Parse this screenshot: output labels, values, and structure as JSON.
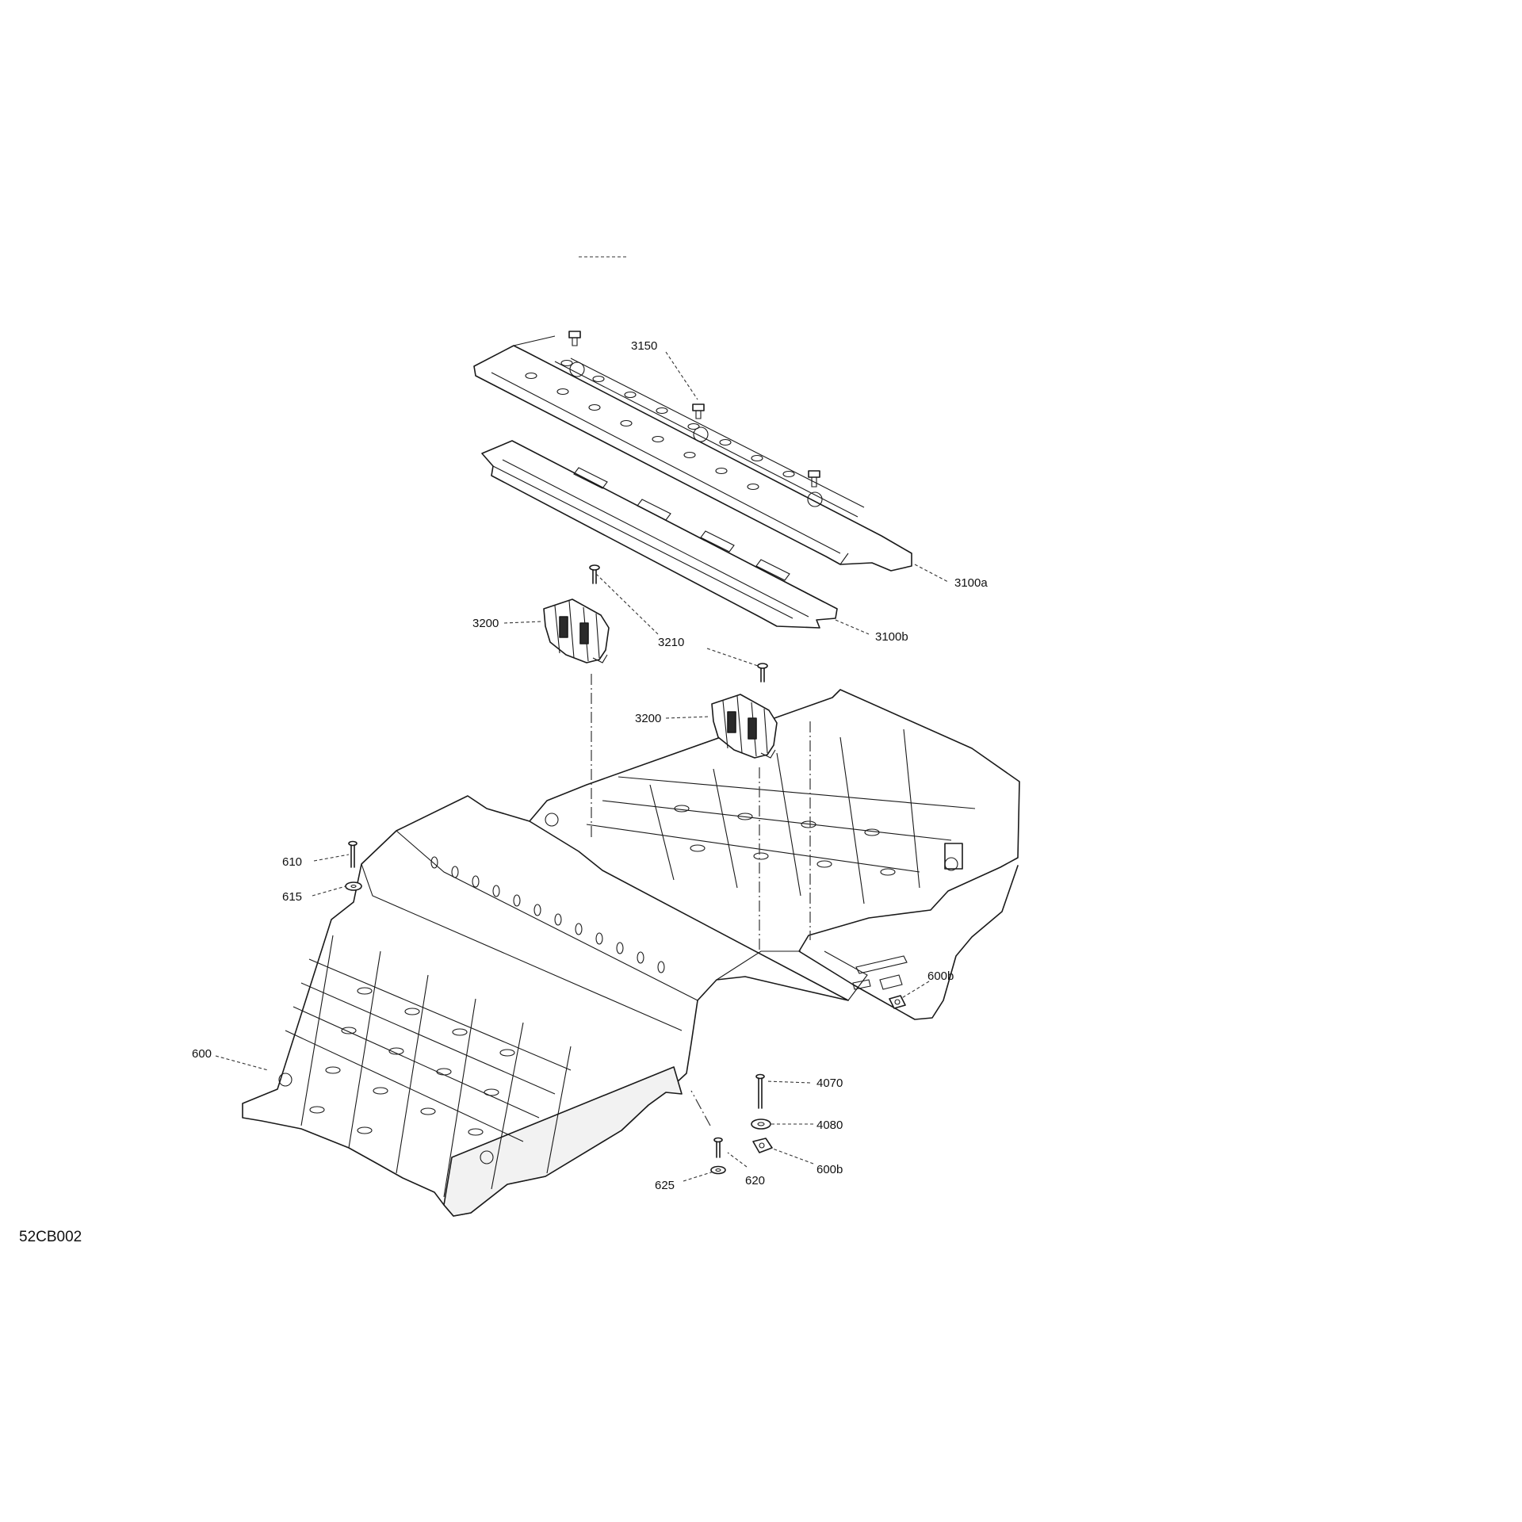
{
  "drawing_ref": "52CB002",
  "callouts": {
    "c3150": "3150",
    "c3100a": "3100a",
    "c3100b": "3100b",
    "c3200_left": "3200",
    "c3210": "3210",
    "c3200_right": "3200",
    "c610": "610",
    "c615": "615",
    "c600": "600",
    "c600b_top": "600b",
    "c4070": "4070",
    "c4080": "4080",
    "c600b_bottom": "600b",
    "c620": "620",
    "c625": "625"
  }
}
